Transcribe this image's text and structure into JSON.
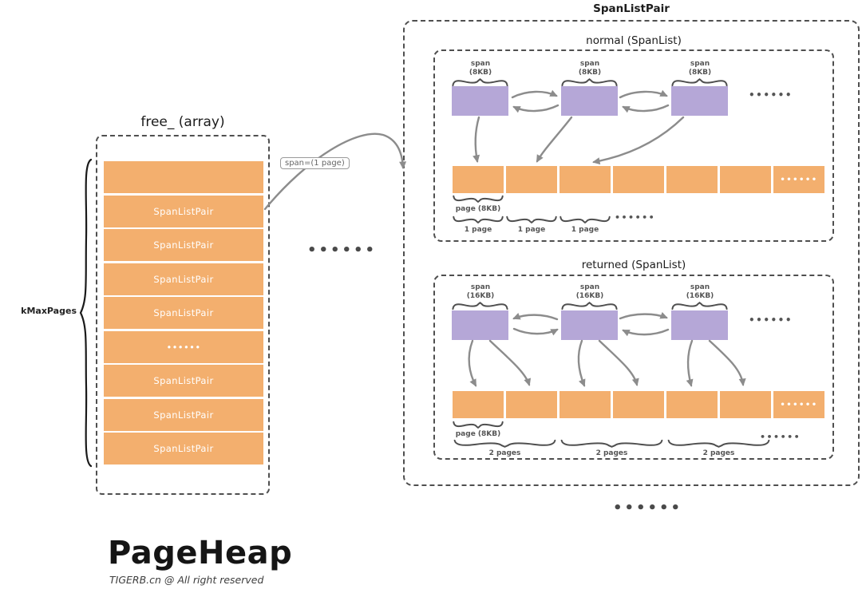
{
  "left_panel": {
    "title": "free_ (array)",
    "brace_label": "kMaxPages",
    "cells": [
      "",
      "SpanListPair",
      "SpanListPair",
      "SpanListPair",
      "SpanListPair",
      "••••••",
      "SpanListPair",
      "SpanListPair",
      "SpanListPair"
    ],
    "dots": "••••••"
  },
  "arrow_label": "span=(1 page)",
  "right_panel": {
    "title": "SpanListPair",
    "normal": {
      "label": "normal (SpanList)",
      "span_label": "span",
      "span_size": "(8KB)",
      "span_dots": "••••••",
      "page_dots": "••••••",
      "page_brace_label": "page (8KB)",
      "unit_labels": [
        "1 page",
        "1 page",
        "1 page"
      ],
      "unit_dots": "••••••"
    },
    "returned": {
      "label": "returned (SpanList)",
      "span_label": "span",
      "span_size": "(16KB)",
      "span_dots": "••••••",
      "page_dots": "••••••",
      "page_brace_label": "page (8KB)",
      "unit_labels": [
        "2 pages",
        "2 pages",
        "2 pages"
      ],
      "unit_dots": "••••••"
    },
    "bottom_dots": "••••••"
  },
  "footer": {
    "title": "PageHeap",
    "copyright": "TIGERB.cn @ All right reserved"
  },
  "colors": {
    "orange": "#F3AF6E",
    "purple": "#B5A7D7",
    "line": "#8C8C8C",
    "border": "#4F4F4F",
    "label": "#555555",
    "ink": "#1C1C1C"
  }
}
